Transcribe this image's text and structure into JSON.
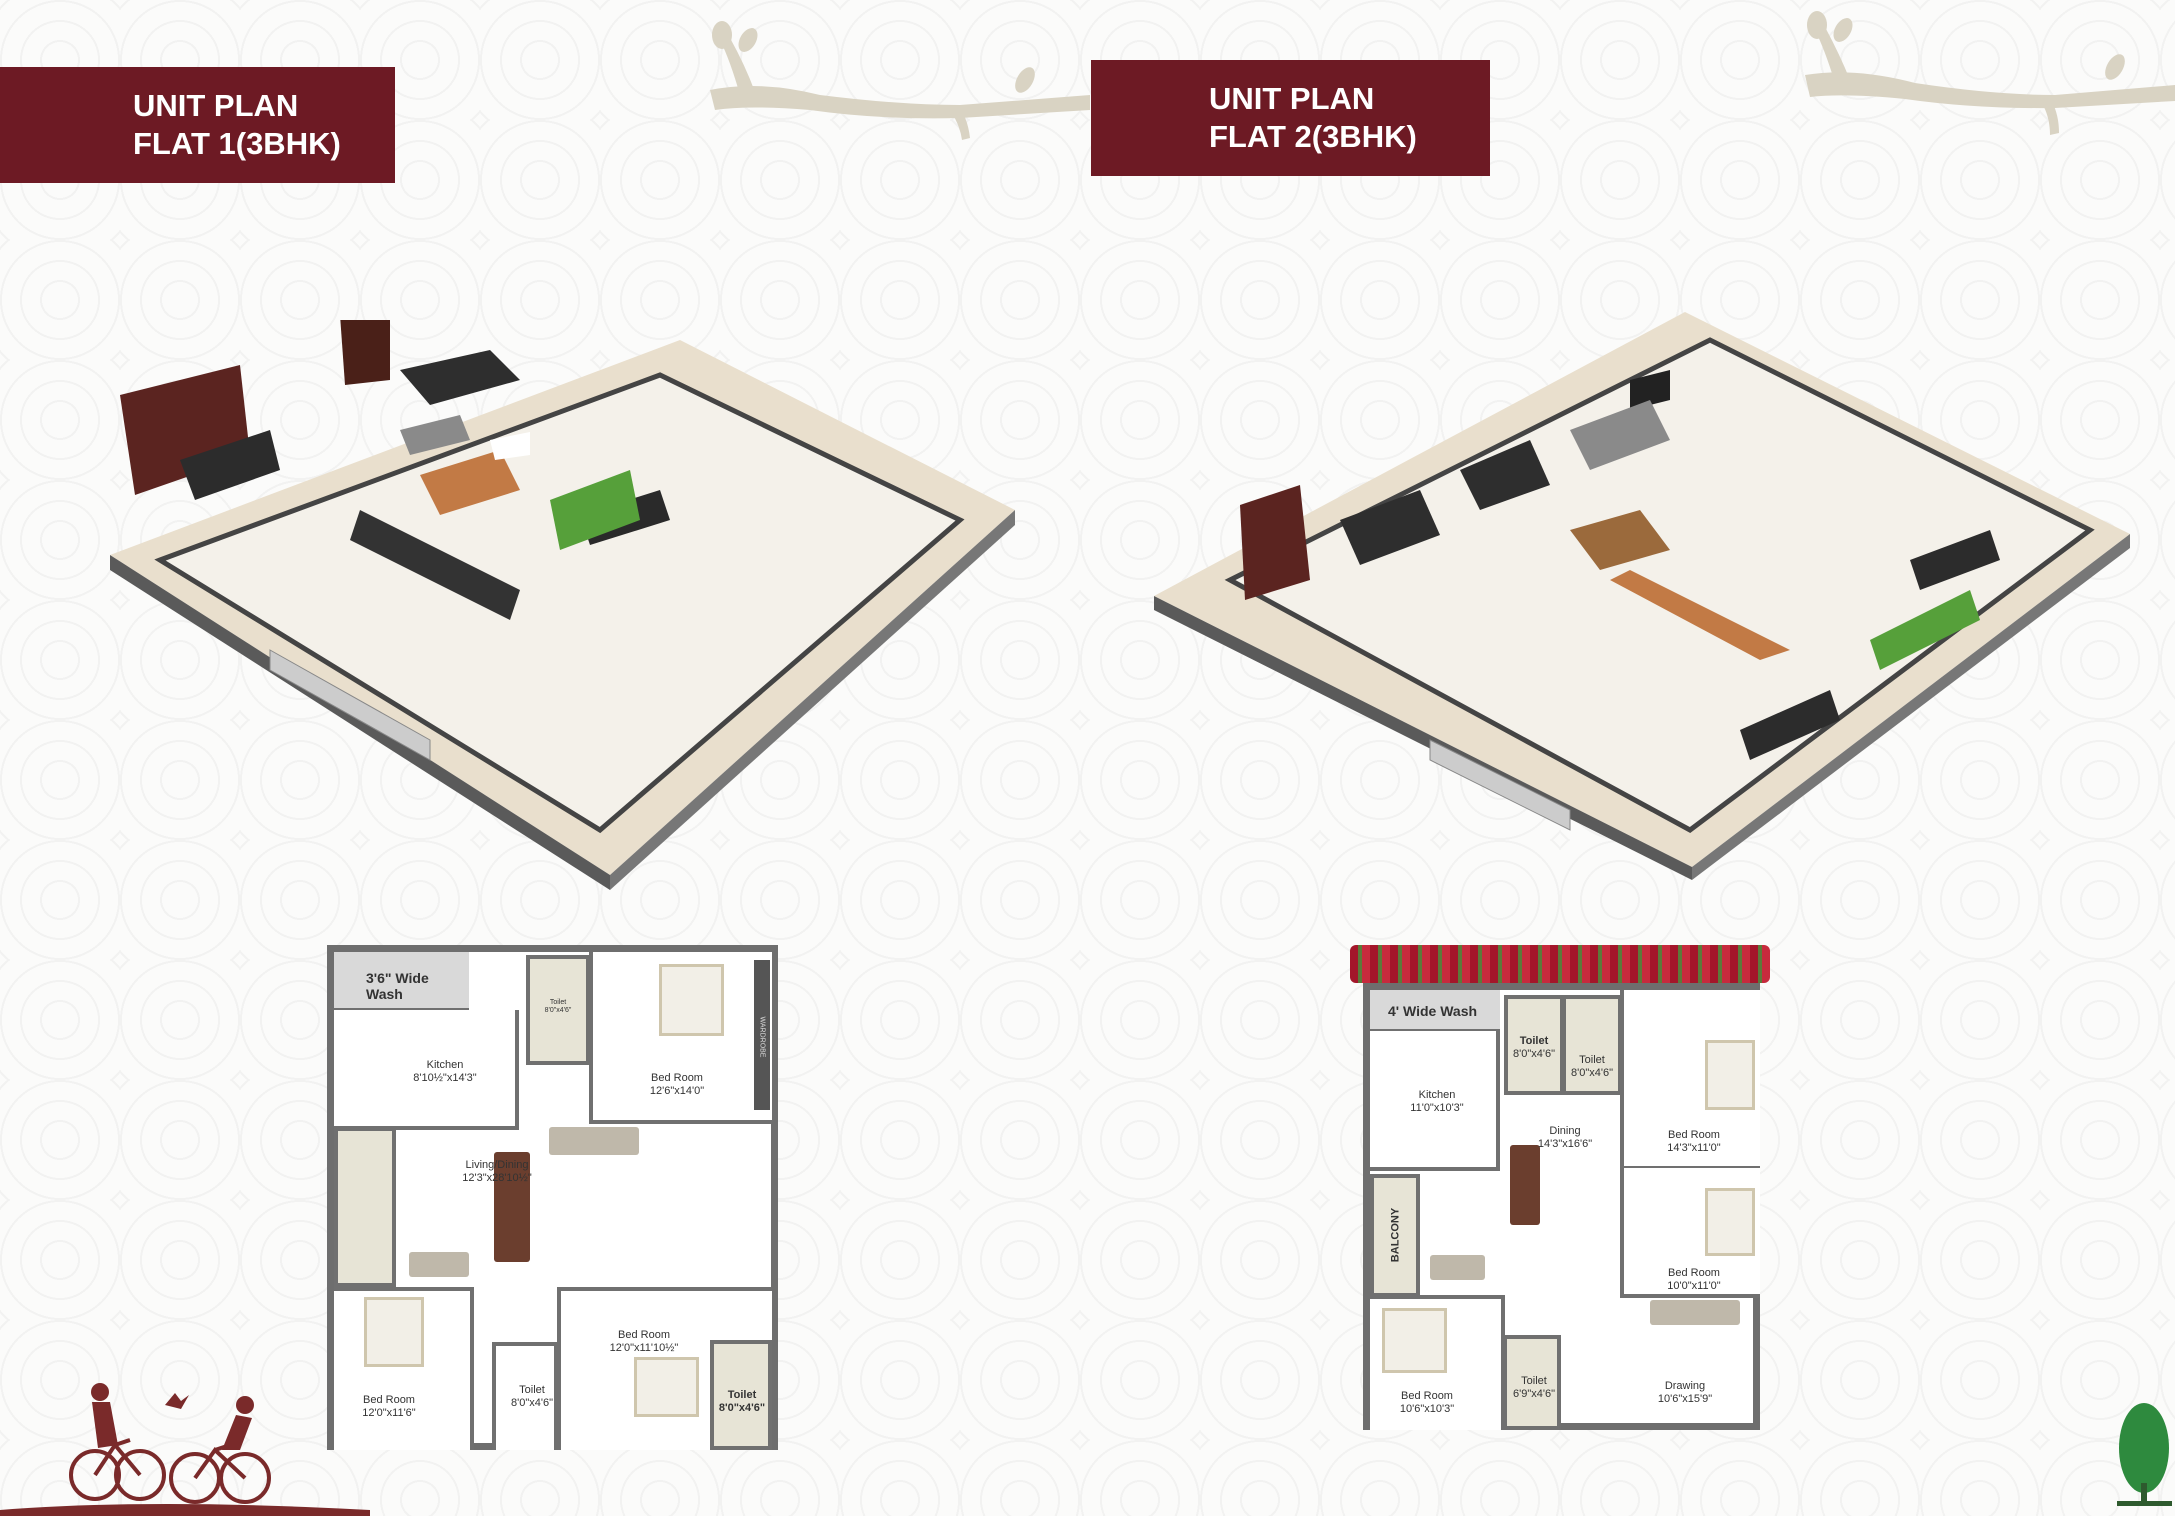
{
  "colors": {
    "banner": "#6d1a24",
    "branch": "#d9d3c3",
    "cyclist": "#7a2a2a",
    "tree": "#2e8a3e"
  },
  "flat1": {
    "banner": {
      "line1": "UNIT PLAN",
      "line2": "FLAT 1(3BHK)"
    },
    "rooms": {
      "wash": "3'6\" Wide Wash",
      "kitchen": {
        "name": "Kitchen",
        "size": "8'10½\"x14'3\""
      },
      "toilet_top": {
        "name": "Toilet",
        "size": "8'0\"x4'6\""
      },
      "bed_top_right": {
        "name": "Bed Room",
        "size": "12'6\"x14'0\""
      },
      "wardrobe": "WARDROBE",
      "living": {
        "name": "Living/Dining",
        "size": "12'3\"x28'10½\""
      },
      "bed_bottom_left": {
        "name": "Bed Room",
        "size": "12'0\"x11'6\""
      },
      "toilet_mid": {
        "name": "Toilet",
        "size": "8'0\"x4'6\""
      },
      "bed_bottom_right": {
        "name": "Bed Room",
        "size": "12'0\"x11'10½\""
      },
      "toilet_right": {
        "name": "Toilet",
        "size": "8'0\"x4'6\""
      }
    }
  },
  "flat2": {
    "banner": {
      "line1": "UNIT PLAN",
      "line2": "FLAT 2(3BHK)"
    },
    "rooms": {
      "wash": "4' Wide Wash",
      "toilet1": {
        "name": "Toilet",
        "size": "8'0\"x4'6\""
      },
      "toilet2": {
        "name": "Toilet",
        "size": "8'0\"x4'6\""
      },
      "kitchen": {
        "name": "Kitchen",
        "size": "11'0\"x10'3\""
      },
      "dining": {
        "name": "Dining",
        "size": "14'3\"x16'6\""
      },
      "bed_top_right": {
        "name": "Bed Room",
        "size": "14'3\"x11'0\""
      },
      "balcony": "BALCONY",
      "bed_mid_right": {
        "name": "Bed Room",
        "size": "10'0\"x11'0\""
      },
      "bed_bottom_left": {
        "name": "Bed Room",
        "size": "10'6\"x10'3\""
      },
      "toilet_bottom": {
        "name": "Toilet",
        "size": "6'9\"x4'6\""
      },
      "drawing": {
        "name": "Drawing",
        "size": "10'6\"x15'9\""
      }
    }
  }
}
